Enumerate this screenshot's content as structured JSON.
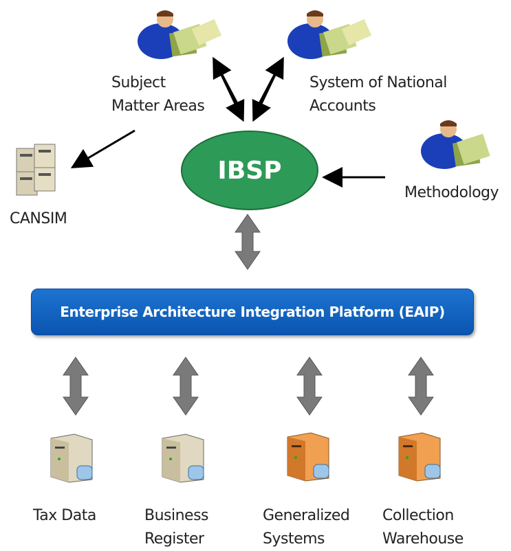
{
  "nodes": {
    "ibsp": "IBSP",
    "eaip": "Enterprise Architecture Integration Platform (EAIP)",
    "subject_matter": [
      "Subject",
      "Matter Areas"
    ],
    "national_accounts": [
      "System of National",
      "Accounts"
    ],
    "methodology": "Methodology",
    "cansim": "CANSIM",
    "sources": [
      {
        "lines": [
          "Tax Data"
        ],
        "icon": "server-beige-icon"
      },
      {
        "lines": [
          "Business",
          "Register"
        ],
        "icon": "server-beige-icon"
      },
      {
        "lines": [
          "Generalized",
          "Systems"
        ],
        "icon": "server-orange-icon"
      },
      {
        "lines": [
          "Collection",
          "Warehouse"
        ],
        "icon": "server-orange-icon"
      }
    ]
  },
  "colors": {
    "ibsp_fill": "#2e9a57",
    "eaip_fill": "#0a62c0",
    "arrow_gray": "#7a7a7a"
  }
}
